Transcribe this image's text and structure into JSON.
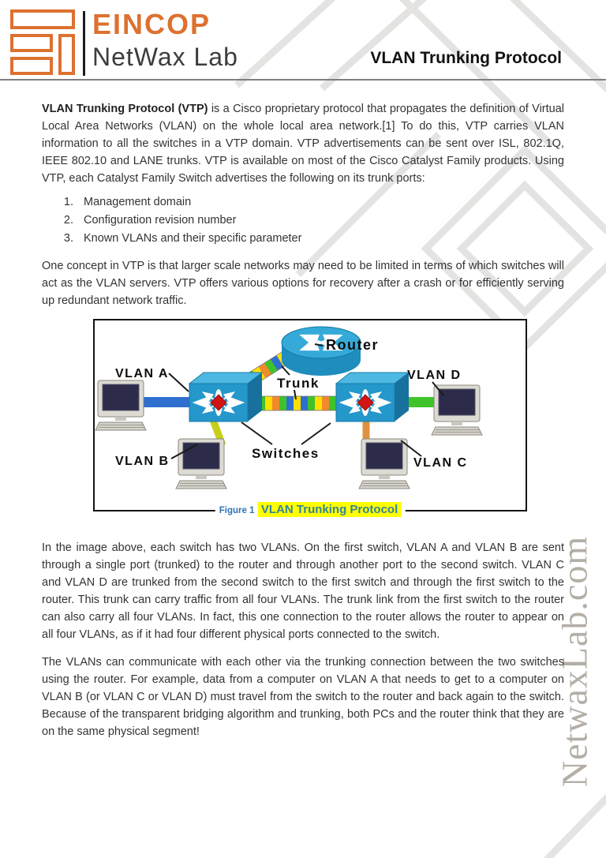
{
  "header": {
    "brand": "EINCOP",
    "brand_sub": "NetWax Lab",
    "doc_title": "VLAN Trunking Protocol"
  },
  "watermark": {
    "text": "NetwaxLab.com"
  },
  "article": {
    "p1_lead": "VLAN Trunking Protocol (VTP)",
    "p1_rest": " is a Cisco proprietary protocol that propagates the definition of Virtual Local Area Networks (VLAN) on the whole local area network.[1] To do this, VTP carries VLAN information to all the switches in a VTP domain. VTP advertisements can be sent over ISL, 802.1Q, IEEE 802.10 and LANE trunks. VTP is available on most of the Cisco Catalyst Family products. Using VTP, each Catalyst Family Switch advertises the following on its trunk ports:",
    "list": [
      "Management domain",
      "Configuration revision number",
      "Known VLANs and their specific parameter"
    ],
    "p2": "One concept in VTP is that larger scale networks may need to be limited in terms of which switches will act as the VLAN servers. VTP offers various options for recovery after a crash or for efficiently serving up redundant network traffic.",
    "p3": "In the image above, each switch has two VLANs. On the first switch, VLAN A and VLAN B are sent through a single port (trunked) to the router and through another port to the second switch. VLAN C and VLAN D are trunked from the second switch to the first switch and through the first switch to the router. This trunk can carry traffic from all four VLANs. The trunk link from the first switch to the router can also carry all four VLANs. In fact, this one connection to the router allows the router to appear on all four VLANs, as if it had four different physical ports connected to the switch.",
    "p4": "The VLANs can communicate with each other via the trunking connection between the two switches using the router. For example, data from a computer on VLAN A that needs to get to a computer on VLAN B (or VLAN C or VLAN D) must travel from the switch to the router and back again to the switch. Because of the transparent bridging algorithm and trunking, both PCs and the router think that they are on the same physical segment!"
  },
  "figure": {
    "caption_label": "Figure 1",
    "caption_title": "VLAN Trunking Protocol",
    "labels": {
      "router": "Router",
      "trunk": "Trunk",
      "switches": "Switches",
      "vlan_a": "VLAN A",
      "vlan_b": "VLAN B",
      "vlan_c": "VLAN C",
      "vlan_d": "VLAN D"
    },
    "colors": {
      "device_blue": "#2497CB",
      "trunk_yellow": "#FFDF00",
      "trunk_blue": "#2F6FD0",
      "trunk_green": "#3FC32A",
      "trunk_orange": "#F08A2B",
      "vlan_a_link": "#2F6FD0",
      "vlan_b_link": "#C6CE17",
      "vlan_c_link": "#E0913F",
      "vlan_d_link": "#3FC32A",
      "hub_red": "#D41414"
    }
  },
  "theme": {
    "brand_orange": "#DD7130",
    "caption_blue": "#2E74B5",
    "caption_teal": "#31849B",
    "highlight_yellow": "#FFFF00",
    "watermark_gray": "#B4AEA6",
    "rule_gray": "#7F7F7F"
  }
}
